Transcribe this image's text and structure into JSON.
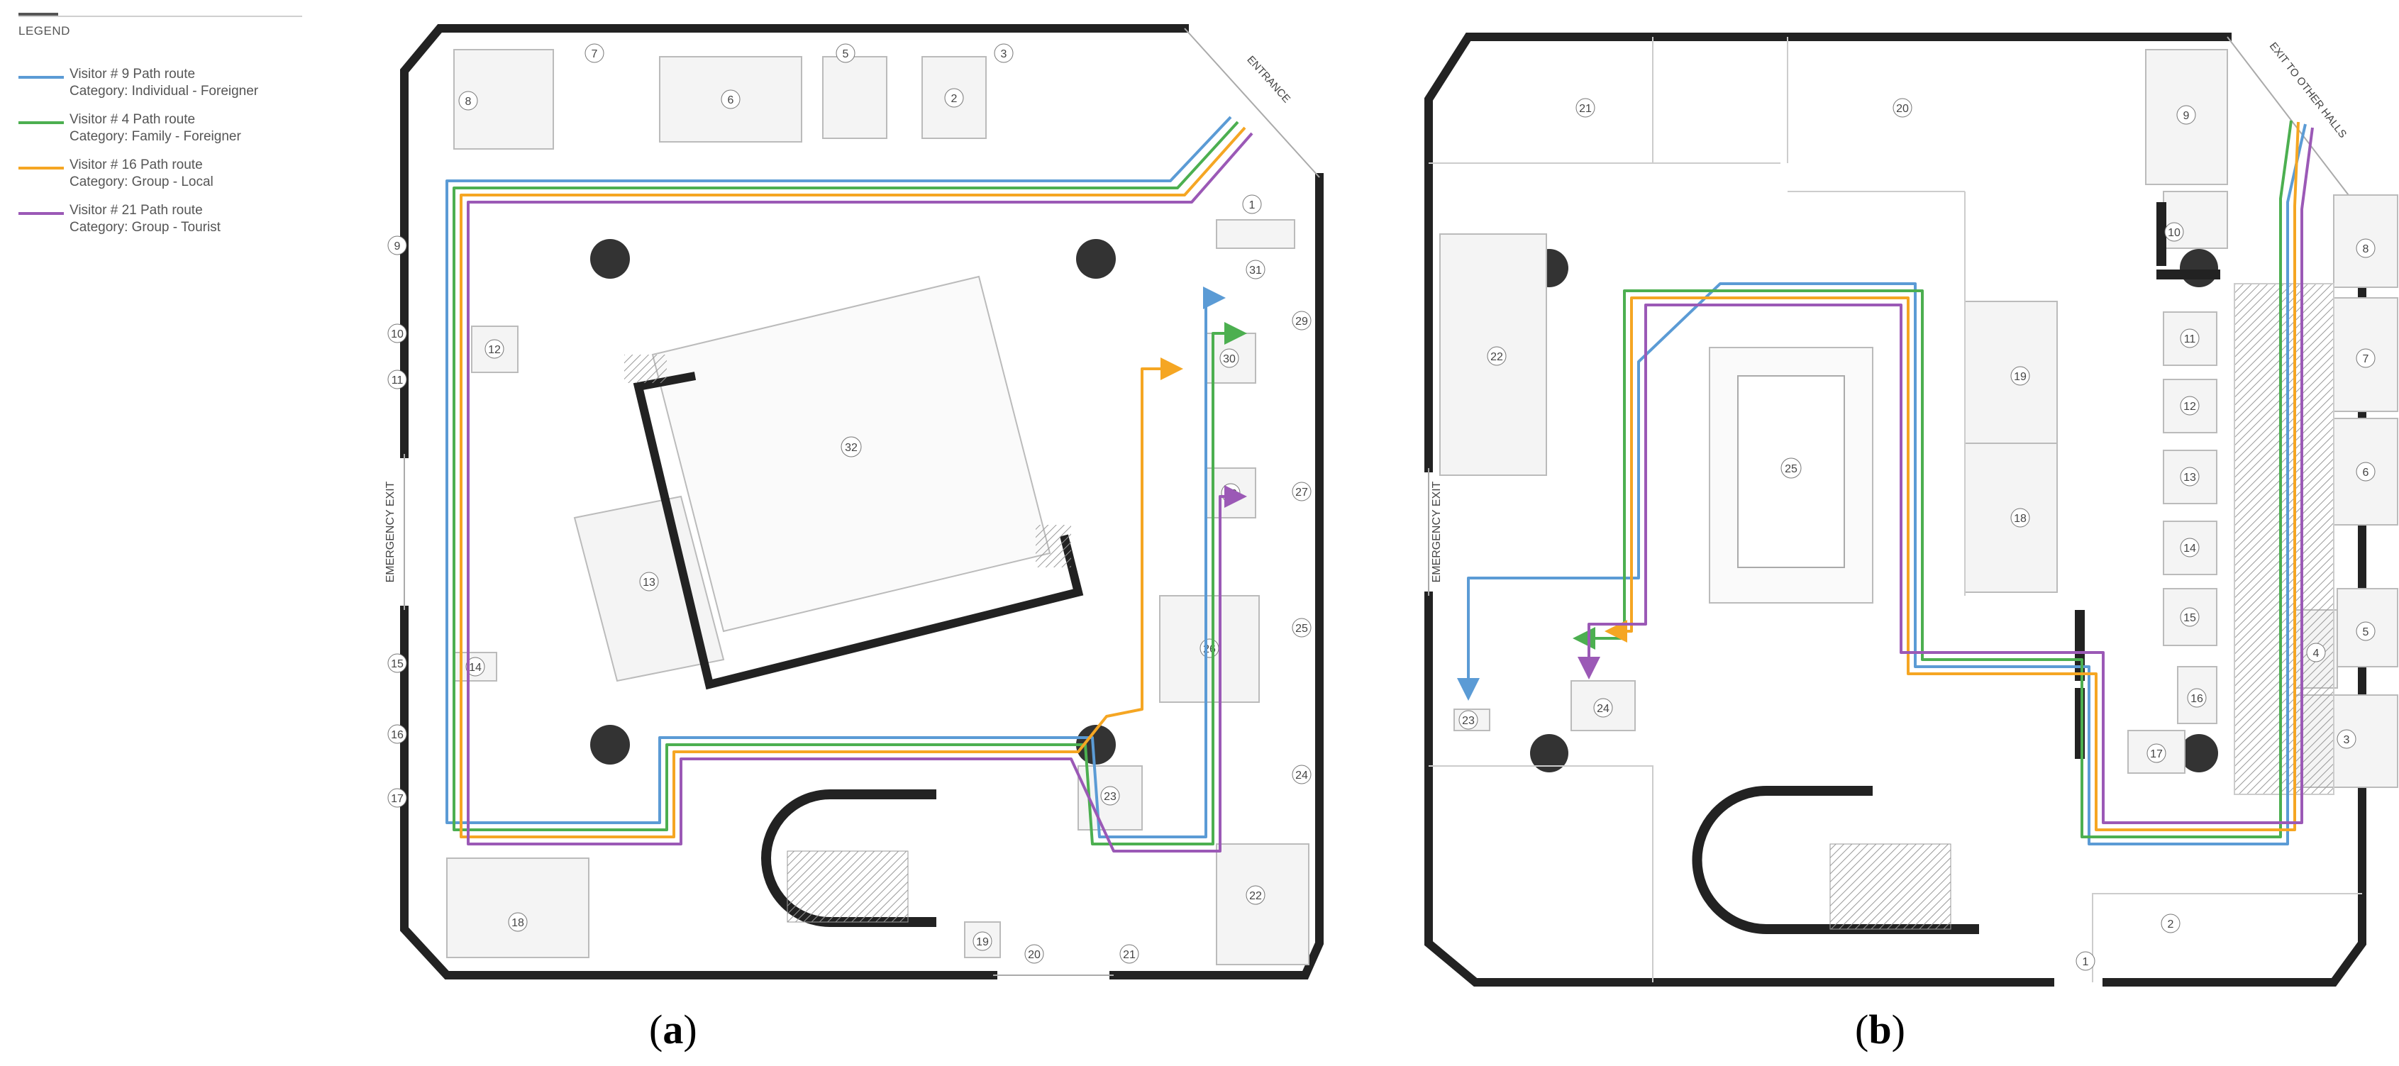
{
  "legend": {
    "title": "LEGEND",
    "items": [
      {
        "route": "Visitor # 9 Path route",
        "category": "Category: Individual - Foreigner",
        "color": "#5b9bd5"
      },
      {
        "route": "Visitor # 4 Path route",
        "category": "Category: Family - Foreigner",
        "color": "#4caf50"
      },
      {
        "route": "Visitor # 16 Path route",
        "category": "Category: Group - Local",
        "color": "#f5a623"
      },
      {
        "route": "Visitor # 21 Path route",
        "category": "Category: Group - Tourist",
        "color": "#9b59b6"
      }
    ]
  },
  "plan_a": {
    "caption_open": "(",
    "caption_letter": "a",
    "caption_close": ")",
    "entrance_label": "ENTRANCE",
    "emergency_label": "EMERGENCY EXIT",
    "rooms": [
      "1",
      "2",
      "3",
      "5",
      "6",
      "7",
      "8",
      "9",
      "10",
      "11",
      "12",
      "13",
      "14",
      "15",
      "16",
      "17",
      "18",
      "19",
      "20",
      "21",
      "22",
      "23",
      "24",
      "25",
      "26",
      "27",
      "28",
      "29",
      "30",
      "31",
      "32"
    ]
  },
  "plan_b": {
    "caption_open": "(",
    "caption_letter": "b",
    "caption_close": ")",
    "exit_label": "EXIT TO OTHER HALLS",
    "emergency_label": "EMERGENCY EXIT",
    "rooms": [
      "1",
      "2",
      "3",
      "4",
      "5",
      "6",
      "7",
      "8",
      "9",
      "10",
      "11",
      "12",
      "13",
      "14",
      "15",
      "16",
      "17",
      "18",
      "19",
      "20",
      "21",
      "22",
      "23",
      "24",
      "25"
    ]
  }
}
